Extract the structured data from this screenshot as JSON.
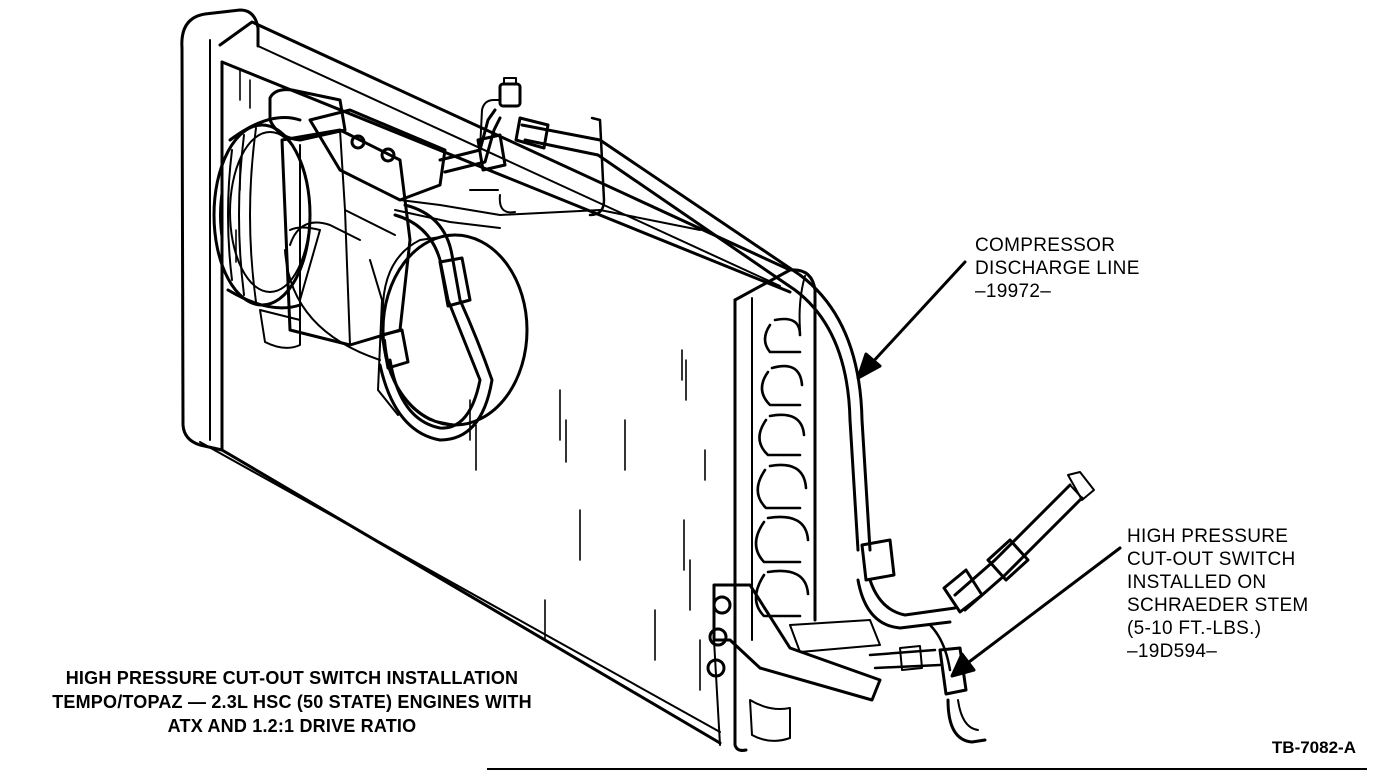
{
  "callouts": {
    "discharge_line": {
      "lines": [
        "COMPRESSOR",
        "DISCHARGE LINE",
        "–19972–"
      ]
    },
    "cutout_switch": {
      "lines": [
        "HIGH PRESSURE",
        "CUT-OUT SWITCH",
        "INSTALLED ON",
        "SCHRAEDER STEM",
        "(5-10 FT.-LBS.)",
        "–19D594–"
      ]
    }
  },
  "caption": {
    "lines": [
      "HIGH PRESSURE CUT-OUT SWITCH INSTALLATION",
      "TEMPO/TOPAZ — 2.3L HSC (50 STATE) ENGINES WITH",
      "ATX AND 1.2:1 DRIVE RATIO"
    ]
  },
  "figure_id": "TB-7082-A",
  "colors": {
    "ink": "#000000",
    "paper": "#ffffff"
  }
}
